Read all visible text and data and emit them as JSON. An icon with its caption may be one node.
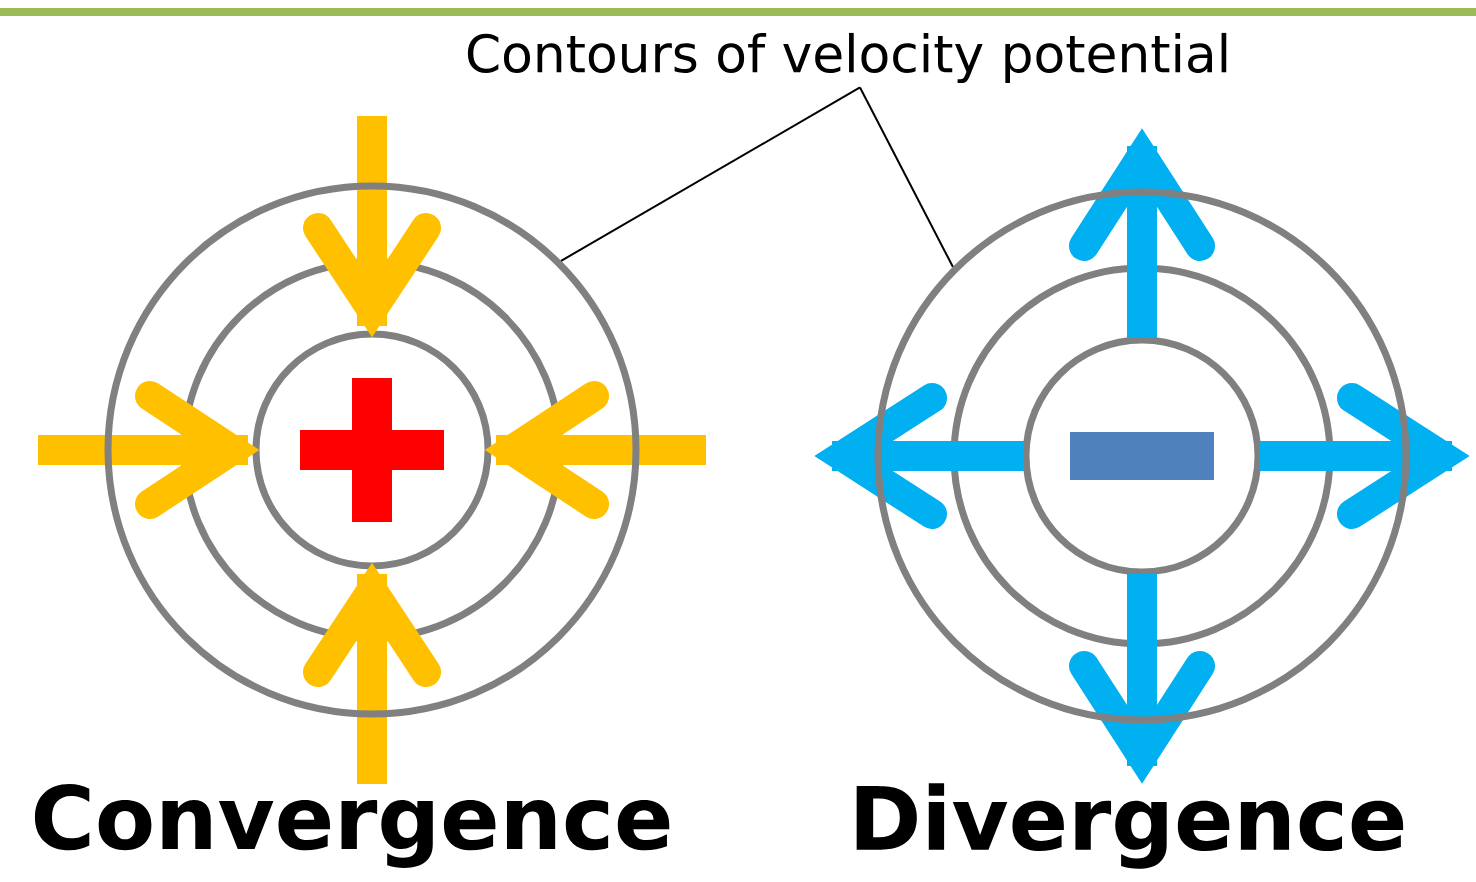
{
  "diagram": {
    "nodes": [
      {
        "text": [
          "Contours of velocity potential"
        ]
      },
      {
        "text": [],
        "shape": "circle"
      },
      {
        "text": [],
        "shape": "circle"
      }
    ],
    "edges": [
      {
        "from": 0,
        "to": 1,
        "arrow": "none"
      },
      {
        "from": 0,
        "to": 2,
        "arrow": "none"
      }
    ],
    "labels": [
      "Convergence",
      "Divergence"
    ]
  }
}
